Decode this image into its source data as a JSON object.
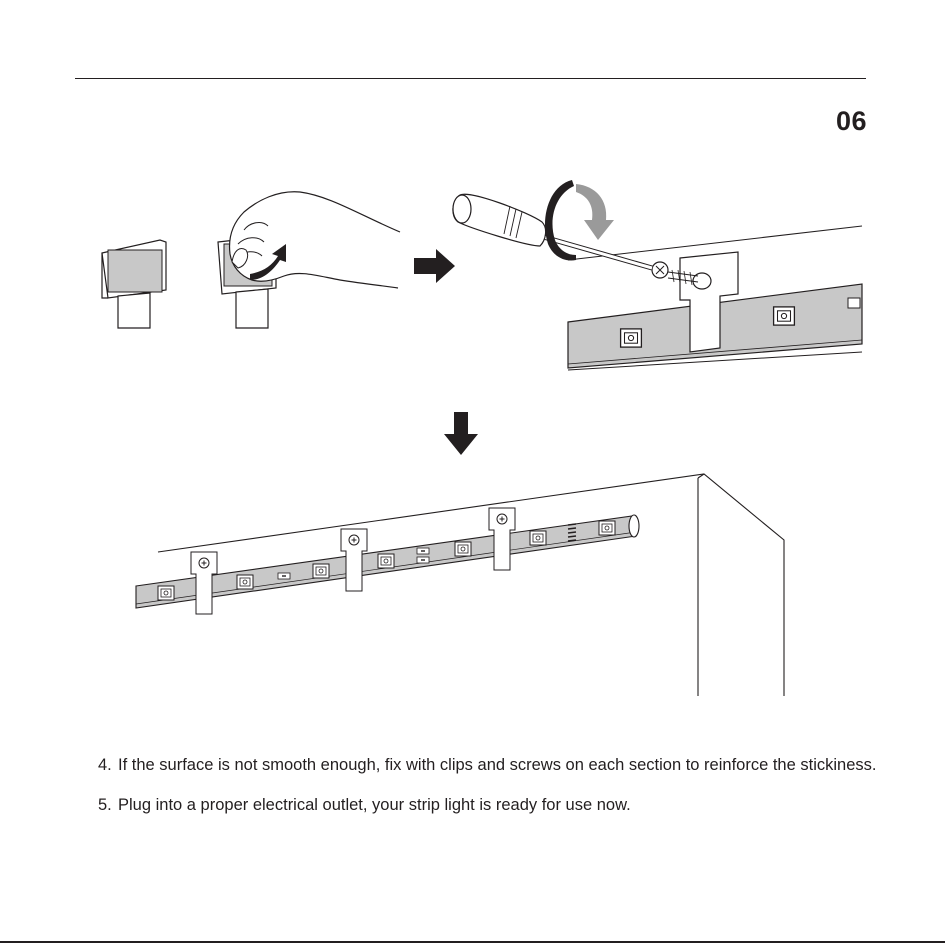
{
  "page": {
    "number": "06"
  },
  "steps": [
    {
      "number": "4.",
      "text": "If the surface is not smooth enough, fix with clips and screws on each section to reinforce the stickiness."
    },
    {
      "number": "5.",
      "text": "Plug into a proper electrical outlet, your strip light is ready for use now."
    }
  ],
  "icons": [
    "clip-icon",
    "hand-icon",
    "arrow-right-icon",
    "screwdriver-icon",
    "rotate-icon",
    "screw-icon",
    "arrow-down-icon",
    "cabinet-icon",
    "led-strip-icon"
  ],
  "colors": {
    "ink": "#231f20",
    "strip_gray": "#c8c8c8",
    "arrow_gray": "#9a9a9a"
  }
}
